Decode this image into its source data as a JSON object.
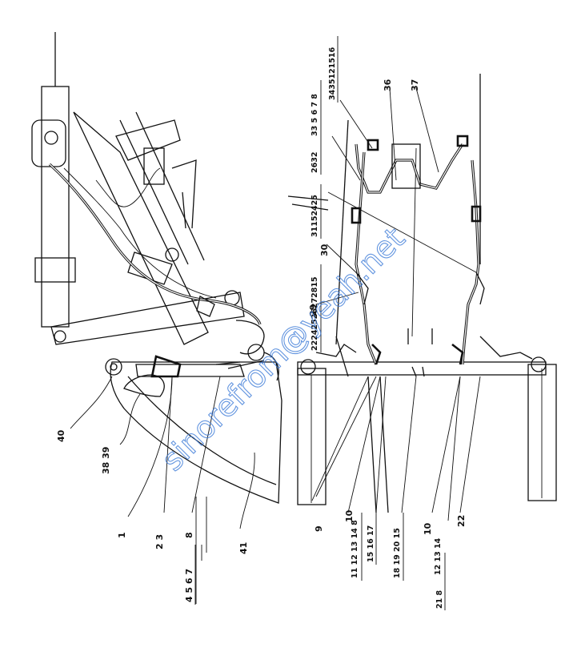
{
  "watermark": "sinorefrom@yeah.net",
  "left_labels": {
    "l40": "40",
    "l3839": "38 39",
    "l1": "1",
    "l23": "2 3",
    "l8": "8",
    "l4567": "4 5 6 7",
    "l41": "41"
  },
  "right_labels": {
    "l9": "9",
    "l10a": "10",
    "l11to14": "11 12 13 14 8",
    "l15to17": "15 16 17",
    "l18to20": "18 19 20 15",
    "l10b": "10",
    "l12_14": "12 13 14",
    "l21_8": "21 8",
    "l22": "22",
    "l29": "29",
    "l30": "30",
    "l311525": "31152425",
    "l2632": "2632",
    "l335678": "33 5 6 7 8",
    "l2224": "22242526272815",
    "l3435": "3435121516",
    "l36": "36",
    "l37": "37"
  }
}
